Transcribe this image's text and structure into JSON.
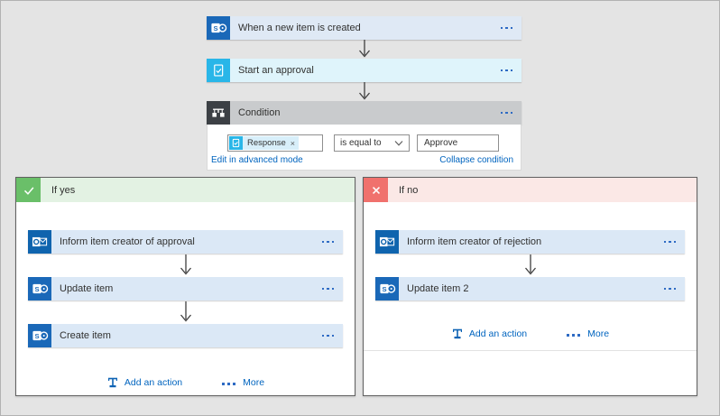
{
  "colors": {
    "accent_link_blue": "#0064bf",
    "sharepoint_blue": "#1a68b8",
    "outlook_blue": "#0f64ae",
    "approvals_cyan": "#29b6e8",
    "condition_dark": "#3c4045",
    "if_yes_green": "#6abf69",
    "if_no_red": "#f0716d",
    "canvas_gray": "#e4e4e4"
  },
  "trigger_card": {
    "title": "When a new item is created"
  },
  "approval_card": {
    "title": "Start an approval"
  },
  "condition_card": {
    "title": "Condition",
    "operand_token": "Response",
    "token_remove": "×",
    "operator_value": "is equal to",
    "value": "Approve",
    "edit_link": "Edit in advanced mode",
    "collapse_link": "Collapse condition"
  },
  "if_yes": {
    "label": "If yes",
    "actions": [
      {
        "title": "Inform item creator of approval"
      },
      {
        "title": "Update item"
      },
      {
        "title": "Create item"
      }
    ],
    "add_action_label": "Add an action",
    "more_label": "More"
  },
  "if_no": {
    "label": "If no",
    "actions": [
      {
        "title": "Inform item creator of rejection"
      },
      {
        "title": "Update item 2"
      }
    ],
    "add_action_label": "Add an action",
    "more_label": "More"
  }
}
